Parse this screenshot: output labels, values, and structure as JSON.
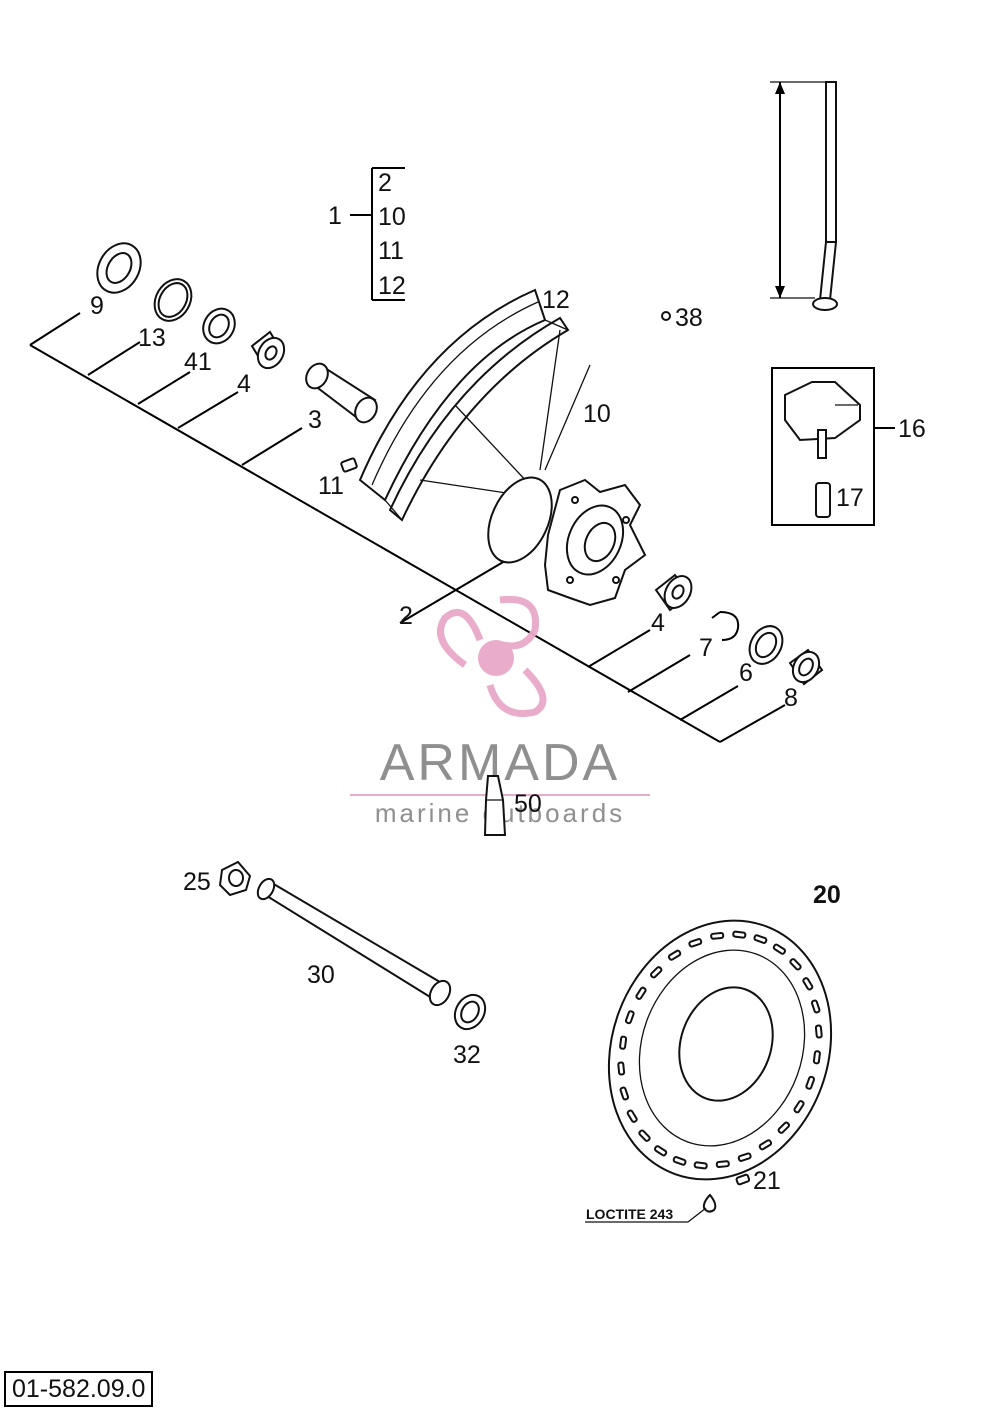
{
  "kit": {
    "main": "1",
    "items": [
      "2",
      "10",
      "11",
      "12"
    ]
  },
  "callouts": {
    "p9": "9",
    "p13": "13",
    "p41": "41",
    "p4a": "4",
    "p3": "3",
    "p12": "12",
    "p38": "38",
    "p10": "10",
    "p11": "11",
    "p16": "16",
    "p17": "17",
    "p2": "2",
    "p4b": "4",
    "p7": "7",
    "p6": "6",
    "p8": "8",
    "p50": "50",
    "p25": "25",
    "p30": "30",
    "p32": "32",
    "p20": "20",
    "p21": "21"
  },
  "note_loctite": "LOCTITE 243",
  "drawing_number": "01-582.09.0",
  "watermark": {
    "name": "ARMADA",
    "tagline": "marine outboards",
    "color": "#e8a9c9",
    "text_color": "#8a8a8a"
  }
}
